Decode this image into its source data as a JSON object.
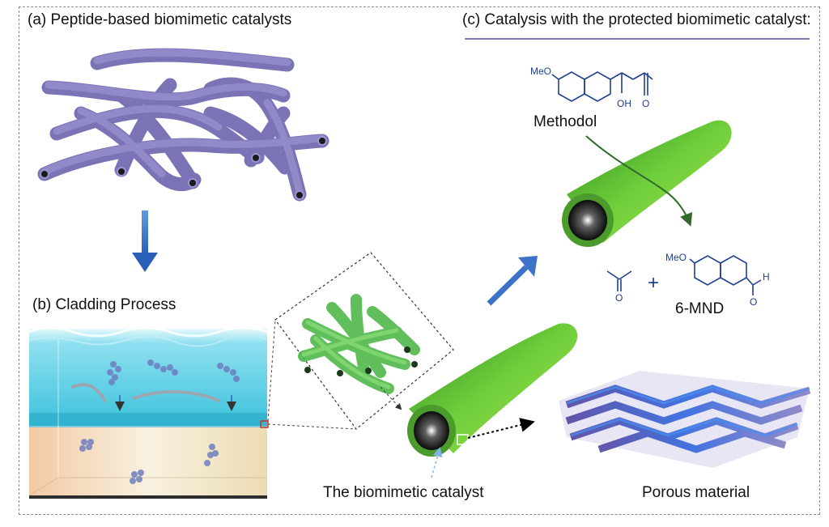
{
  "panels": {
    "a_title": "(a) Peptide-based biomimetic catalysts",
    "b_title": "(b) Cladding Process",
    "c_title": "(c) Catalysis with the protected biomimetic catalyst:"
  },
  "labels": {
    "methodol": "Methodol",
    "product": "6-MND",
    "catalyst": "The biomimetic catalyst",
    "porous": "Porous material"
  },
  "chem": {
    "meo_top": "MeO",
    "oh": "OH",
    "o_ketone": "O",
    "meo_bottom": "MeO",
    "o_acetone": "O",
    "o_aldehyde": "O",
    "h_aldehyde": "H",
    "plus": "+"
  },
  "colors": {
    "fiber_purple": "#8c86c4",
    "catalyst_green": "#5fb53a",
    "water_blue": "#52cfe6",
    "arrow_blue": "#3c73c9",
    "chem_blue": "#1f3f8f",
    "mof_blue": "#3a5ed8"
  }
}
